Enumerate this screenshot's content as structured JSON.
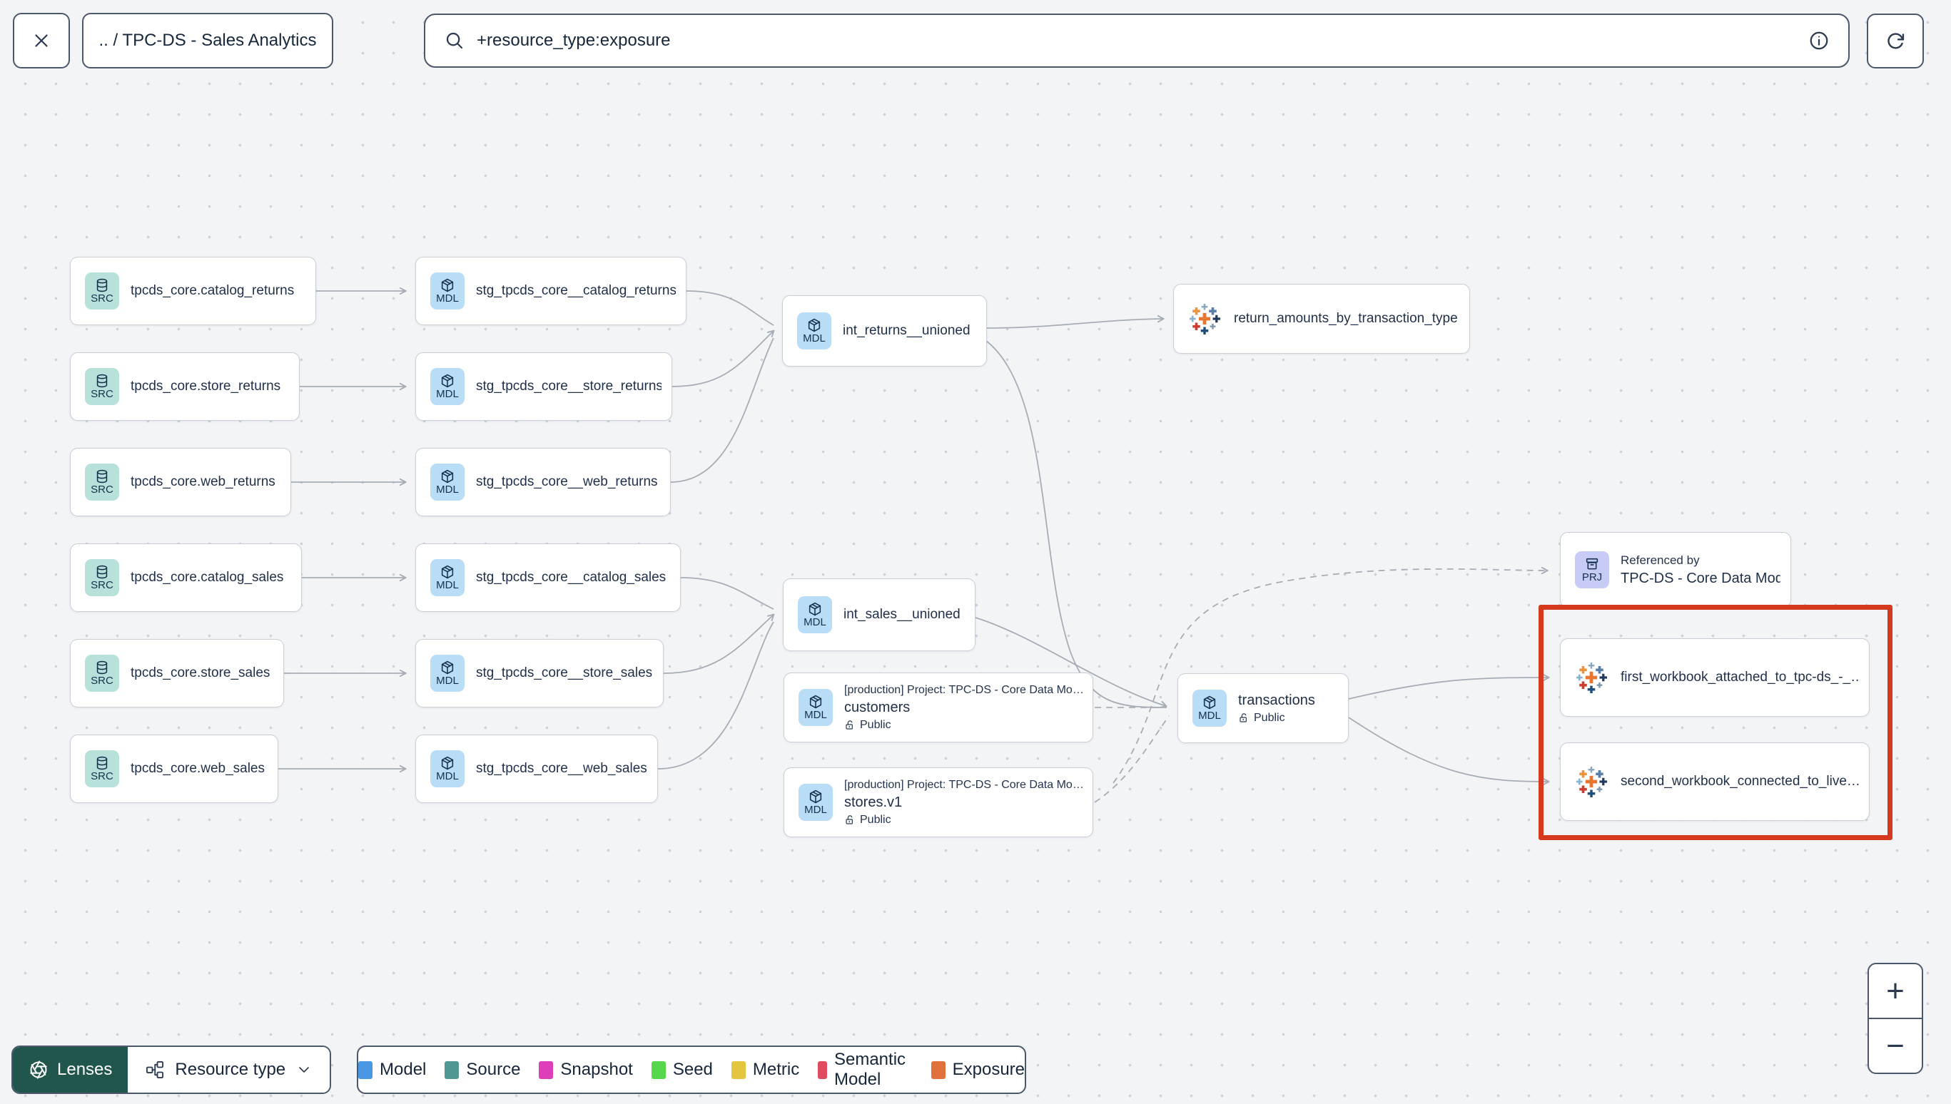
{
  "header": {
    "breadcrumb": ".. / TPC-DS - Sales Analytics",
    "search_value": "+resource_type:exposure"
  },
  "icons": {
    "close": "x",
    "search": "magnifying-glass",
    "info": "info-circle",
    "refresh": "refresh-clockwise",
    "source": "database",
    "model": "cube",
    "project": "archive-box",
    "exposure": "tableau-marks",
    "access": "lock-open",
    "lenses": "aperture",
    "resource_type": "node-tree",
    "chevron": "chevron-down",
    "zoom_in": "plus",
    "zoom_out": "minus"
  },
  "badges": {
    "source": "SRC",
    "model": "MDL",
    "project": "PRJ"
  },
  "nodes": {
    "src_catalog_returns": {
      "label": "tpcds_core.catalog_returns"
    },
    "src_store_returns": {
      "label": "tpcds_core.store_returns"
    },
    "src_web_returns": {
      "label": "tpcds_core.web_returns"
    },
    "src_catalog_sales": {
      "label": "tpcds_core.catalog_sales"
    },
    "src_store_sales": {
      "label": "tpcds_core.store_sales"
    },
    "src_web_sales": {
      "label": "tpcds_core.web_sales"
    },
    "stg_catalog_returns": {
      "label": "stg_tpcds_core__catalog_returns"
    },
    "stg_store_returns": {
      "label": "stg_tpcds_core__store_returns"
    },
    "stg_web_returns": {
      "label": "stg_tpcds_core__web_returns"
    },
    "stg_catalog_sales": {
      "label": "stg_tpcds_core__catalog_sales"
    },
    "stg_store_sales": {
      "label": "stg_tpcds_core__store_sales"
    },
    "stg_web_sales": {
      "label": "stg_tpcds_core__web_sales"
    },
    "int_returns": {
      "label": "int_returns__unioned"
    },
    "int_sales": {
      "label": "int_sales__unioned"
    },
    "return_amounts": {
      "label": "return_amounts_by_transaction_type"
    },
    "customers": {
      "project": "[production] Project: TPC-DS - Core Data Mo…",
      "label": "customers",
      "access": "Public"
    },
    "stores": {
      "project": "[production] Project: TPC-DS - Core Data Mo…",
      "label": "stores.v1",
      "access": "Public"
    },
    "transactions": {
      "label": "transactions",
      "access": "Public"
    },
    "referenced_by": {
      "title": "Referenced by",
      "label": "TPC-DS - Core Data Models"
    },
    "first_workbook": {
      "label": "first_workbook_attached_to_tpc-ds_-_…"
    },
    "second_workbook": {
      "label": "second_workbook_connected_to_live…"
    }
  },
  "highlight": {
    "color": "#d53a1f"
  },
  "footer": {
    "lenses_label": "Lenses",
    "resource_type_label": "Resource type",
    "zoom_in": "+",
    "zoom_out": "−",
    "legend": [
      {
        "label": "Model",
        "color": "#4a97e4"
      },
      {
        "label": "Source",
        "color": "#4f9793"
      },
      {
        "label": "Snapshot",
        "color": "#de3eb9"
      },
      {
        "label": "Seed",
        "color": "#56d64b"
      },
      {
        "label": "Metric",
        "color": "#e4c63e"
      },
      {
        "label": "Semantic Model",
        "color": "#e14b5f"
      },
      {
        "label": "Exposure",
        "color": "#e0703c"
      }
    ]
  }
}
